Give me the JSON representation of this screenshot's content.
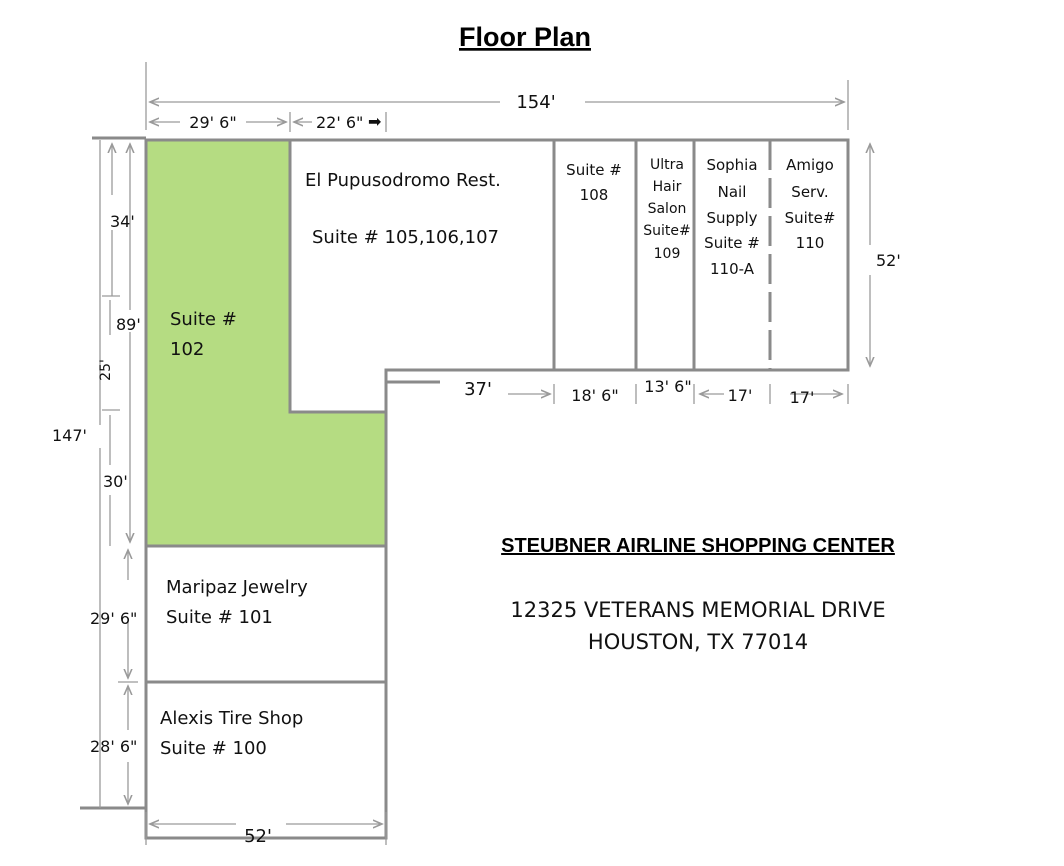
{
  "title": "Floor Plan",
  "colors": {
    "highlight": "#b5dc82",
    "wall": "#8a8a8a"
  },
  "suites": {
    "s102": [
      "Suite #",
      "102"
    ],
    "s105": [
      "El Pupusodromo Rest.",
      "Suite # 105,106,107"
    ],
    "s108": [
      "Suite #",
      "108"
    ],
    "s109": [
      "Ultra",
      "Hair",
      "Salon",
      "Suite#",
      "109"
    ],
    "s110a": [
      "Sophia",
      "Nail",
      "Supply",
      "Suite #",
      "110-A"
    ],
    "s110": [
      "Amigo",
      "Serv.",
      "Suite#",
      "110"
    ],
    "s101": [
      "Maripaz Jewelry",
      "Suite # 101"
    ],
    "s100": [
      "Alexis Tire Shop",
      "Suite # 100"
    ]
  },
  "dimensions": {
    "top_total": "154'",
    "top_left": "29' 6\"",
    "top_mid": "22' 6\"",
    "right": "52'",
    "left_total": "147'",
    "left_89": "89'",
    "left_34": "34'",
    "left_25": "25'",
    "left_30": "30'",
    "left_101": "29' 6\"",
    "left_100": "28' 6\"",
    "bottom": "52'",
    "mid_37": "37'",
    "mid_108": "18' 6\"",
    "mid_109": "13' 6\"",
    "mid_110a": "17'",
    "mid_110": "17'"
  },
  "center": {
    "name": "STEUBNER AIRLINE SHOPPING CENTER",
    "address1": "12325 VETERANS MEMORIAL DRIVE",
    "address2": "HOUSTON, TX 77014"
  }
}
